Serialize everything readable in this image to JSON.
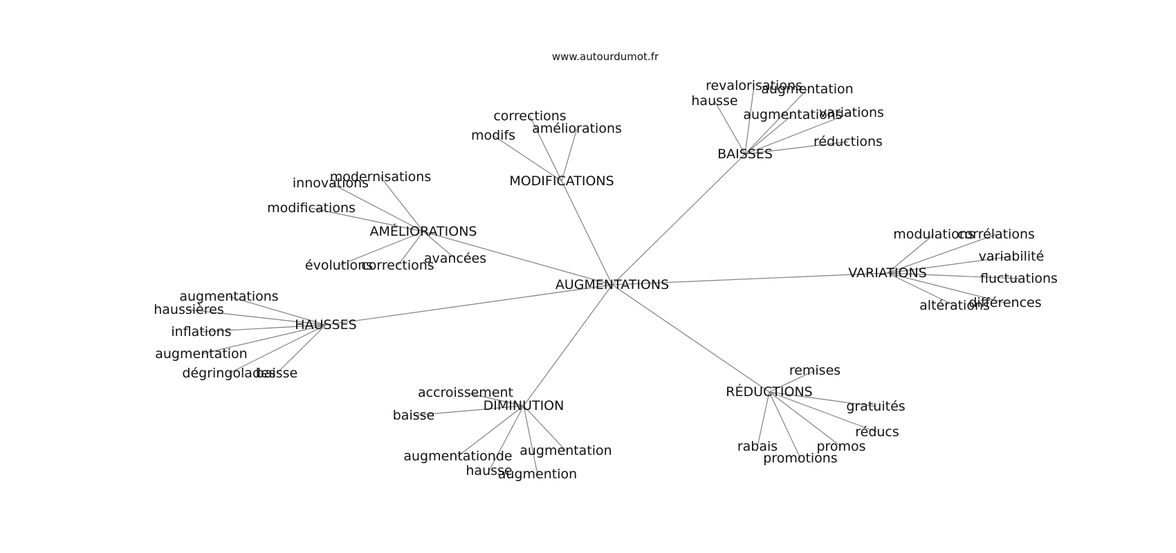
{
  "source": "www.autourdumot.fr",
  "graph": {
    "root": "AUGMENTATIONS",
    "edge_color": "#808080",
    "clusters": [
      {
        "id": "ameliorations",
        "label": "AMÉLIORATIONS",
        "children": [
          "modernisations",
          "innovations",
          "modifications",
          "évolutions",
          "corrections",
          "avancées"
        ]
      },
      {
        "id": "modifications",
        "label": "MODIFICATIONS",
        "children": [
          "corrections",
          "améliorations",
          "modifs"
        ]
      },
      {
        "id": "baisses",
        "label": "BAISSES",
        "children": [
          "revalorisations",
          "augmentation",
          "hausse",
          "augmentations",
          "variations",
          "réductions"
        ]
      },
      {
        "id": "variations",
        "label": "VARIATIONS",
        "children": [
          "modulations",
          "corrélations",
          "variabilité",
          "fluctuations",
          "différences",
          "altérations"
        ]
      },
      {
        "id": "reductions",
        "label": "RÉDUCTIONS",
        "children": [
          "remises",
          "gratuités",
          "réducs",
          "promos",
          "promotions",
          "rabais"
        ]
      },
      {
        "id": "diminution",
        "label": "DIMINUTION",
        "children": [
          "accroissement",
          "baisse",
          "augmentationde",
          "hausse",
          "augmention",
          "augmentation"
        ]
      },
      {
        "id": "hausses",
        "label": "HAUSSES",
        "children": [
          "augmentations",
          "haussières",
          "inflations",
          "augmentation",
          "dégringolades",
          "baisse"
        ]
      }
    ]
  }
}
